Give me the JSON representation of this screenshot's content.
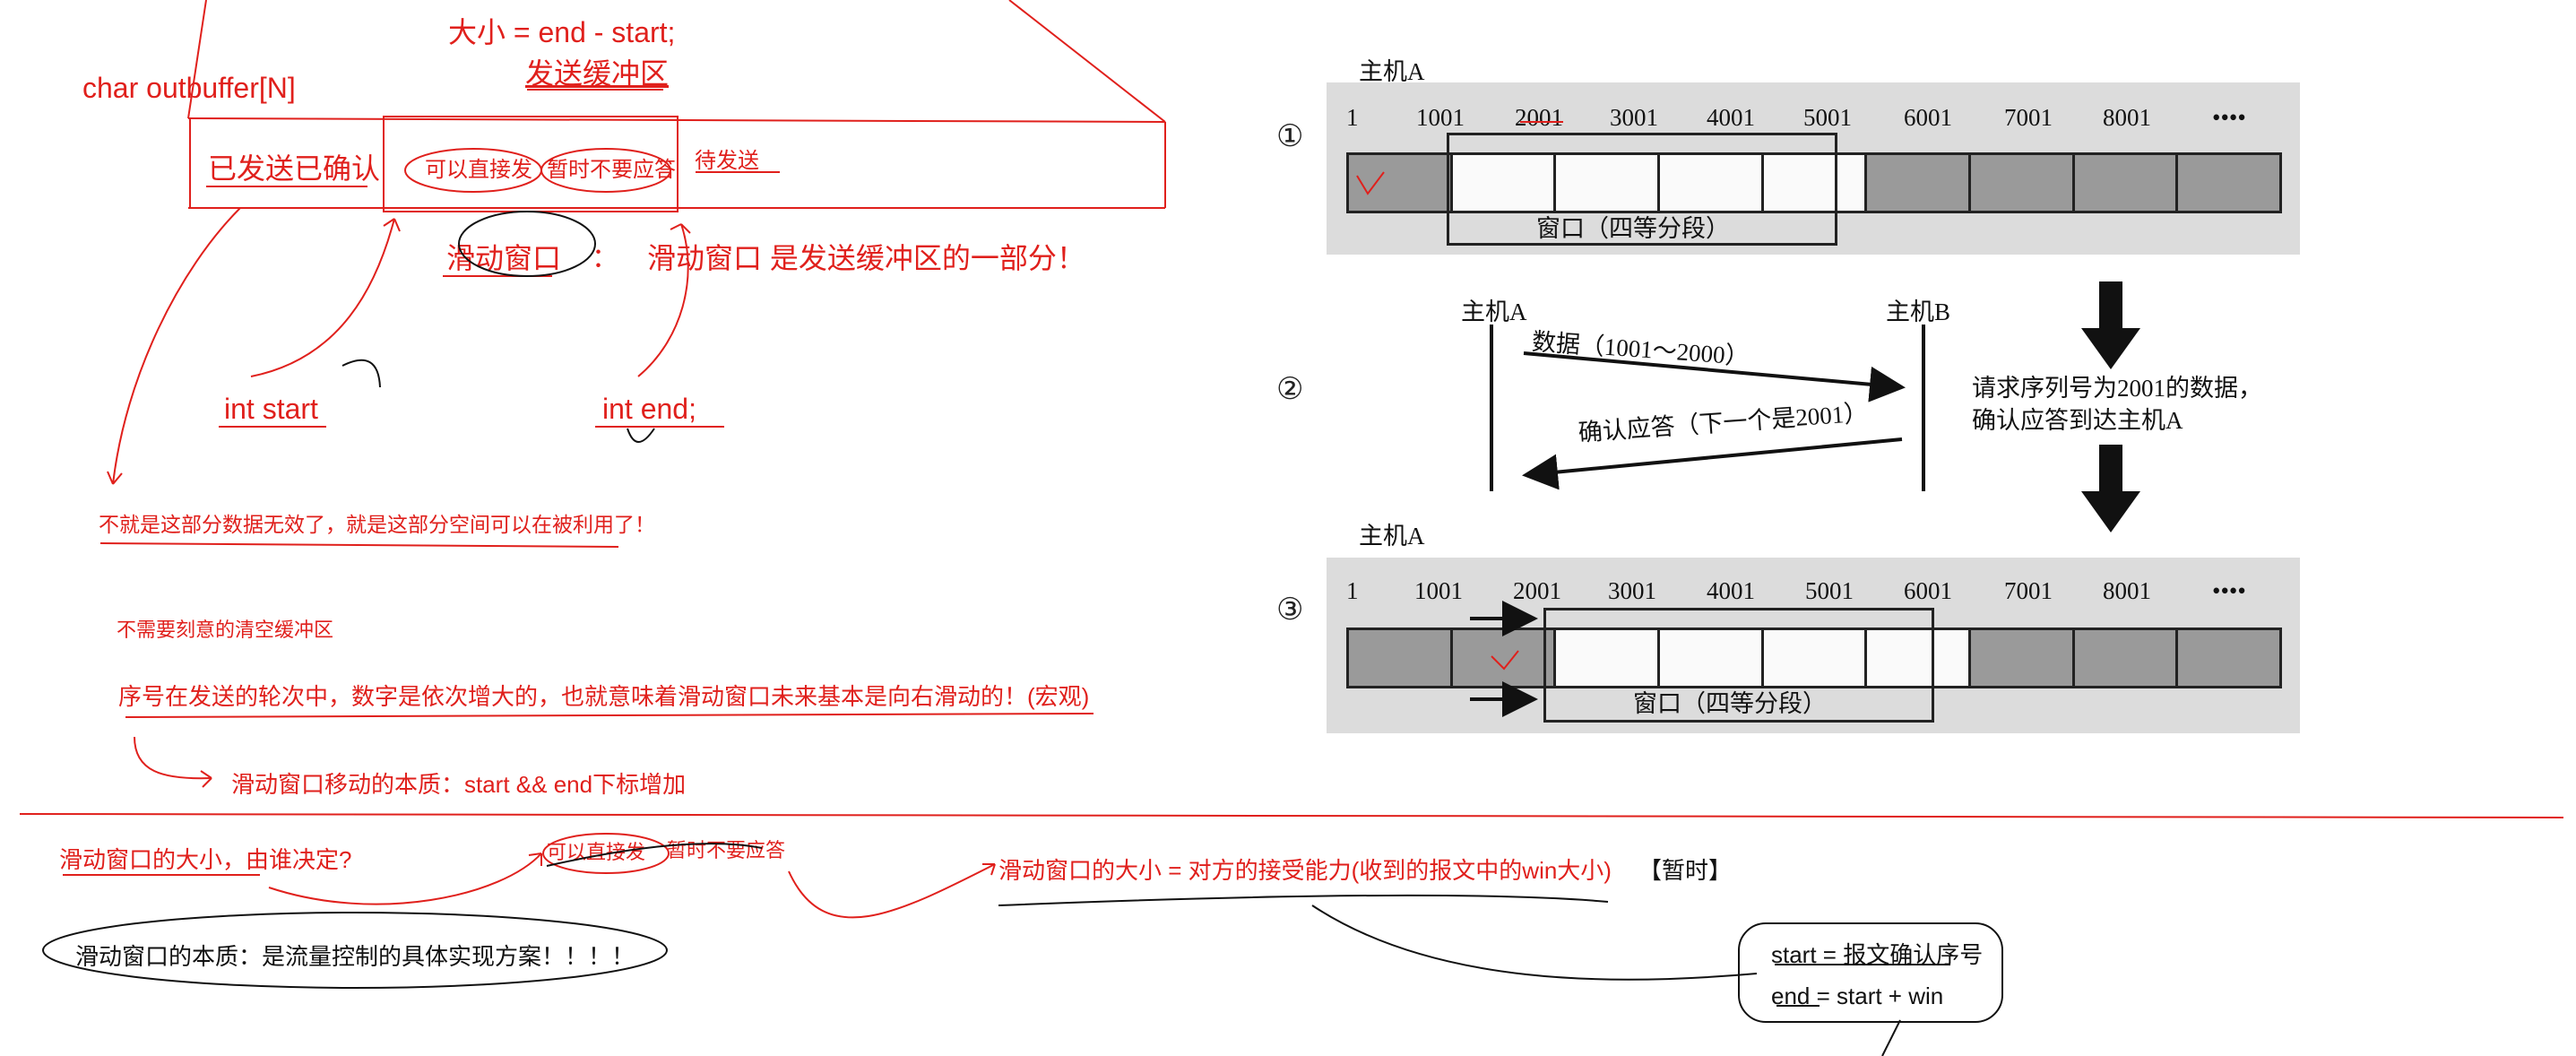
{
  "left_notes": {
    "size_formula": "大小 = end - start;",
    "send_buffer": "发送缓冲区",
    "outbuffer": "char outbuffer[N]",
    "sent_acked": "已发送已确认",
    "can_send": "可以直接发",
    "no_ack_needed": "暂时不要应答",
    "to_send": "待发送",
    "sliding_window": "滑动窗口",
    "colon": "：",
    "window_part": "滑动窗口 是发送缓冲区的一部分！",
    "int_start": "int start",
    "int_end": "int end;",
    "data_invalid": "不就是这部分数据无效了，就是这部分空间可以在被利用了！",
    "no_clear": "不需要刻意的清空缓冲区",
    "seq_note": "序号在发送的轮次中，数字是依次增大的，也就意味着滑动窗口未来基本是向右滑动的！(宏观)",
    "move_essence": "滑动窗口移动的本质：start && end下标增加"
  },
  "bottom_notes": {
    "who_decides": "滑动窗口的大小，由谁决定?",
    "can_send": "可以直接发",
    "no_ack_needed": "暂时不要应答",
    "window_size": "滑动窗口的大小 =  对方的接受能力(收到的报文中的win大小)",
    "temp": "【暂时】",
    "essence": "滑动窗口的本质：是流量控制的具体实现方案！！！！",
    "start_eq": "start = 报文确认序号",
    "end_eq": "end  = start + win"
  },
  "figure": {
    "step1": "①",
    "step2": "②",
    "step3": "③",
    "host_a": "主机A",
    "host_b": "主机B",
    "ticks1": [
      "1",
      "1001",
      "2001",
      "3001",
      "4001",
      "5001",
      "6001",
      "7001",
      "8001",
      "••••"
    ],
    "ticks3": [
      "1",
      "1001",
      "2001",
      "3001",
      "4001",
      "5001",
      "6001",
      "7001",
      "8001",
      "••••"
    ],
    "window_label": "窗口（四等分段）",
    "data_msg": "数据（1001～2000）",
    "ack_msg": "确认应答（下一个是2001）",
    "side_note_1": "请求序列号为2001的数据，",
    "side_note_2": "确认应答到达主机A"
  }
}
